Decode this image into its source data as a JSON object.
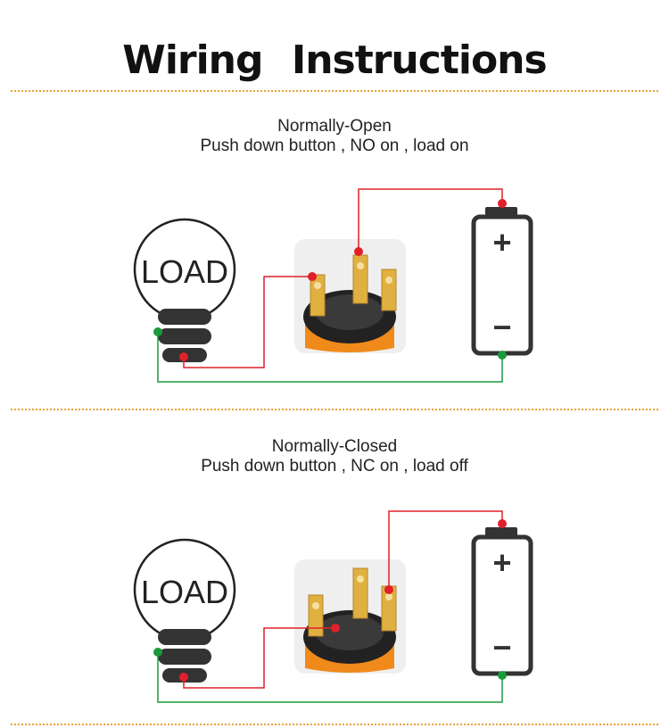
{
  "header": {
    "title": "Wiring   Instructions"
  },
  "sections": [
    {
      "title": "Normally-Open",
      "subtitle": "Push down button , NO on , load on",
      "load_label": "LOAD"
    },
    {
      "title": "Normally-Closed",
      "subtitle": "Push down button , NC on , load off",
      "load_label": "LOAD"
    }
  ],
  "battery": {
    "plus": "+",
    "minus": "−"
  },
  "colors": {
    "accent_divider": "#e8a23a",
    "wire_red": "#e0202a",
    "wire_green": "#1a9a3c",
    "switch_body": "#f08a1a",
    "terminal_gold": "#e0b040",
    "outline": "#333333"
  }
}
